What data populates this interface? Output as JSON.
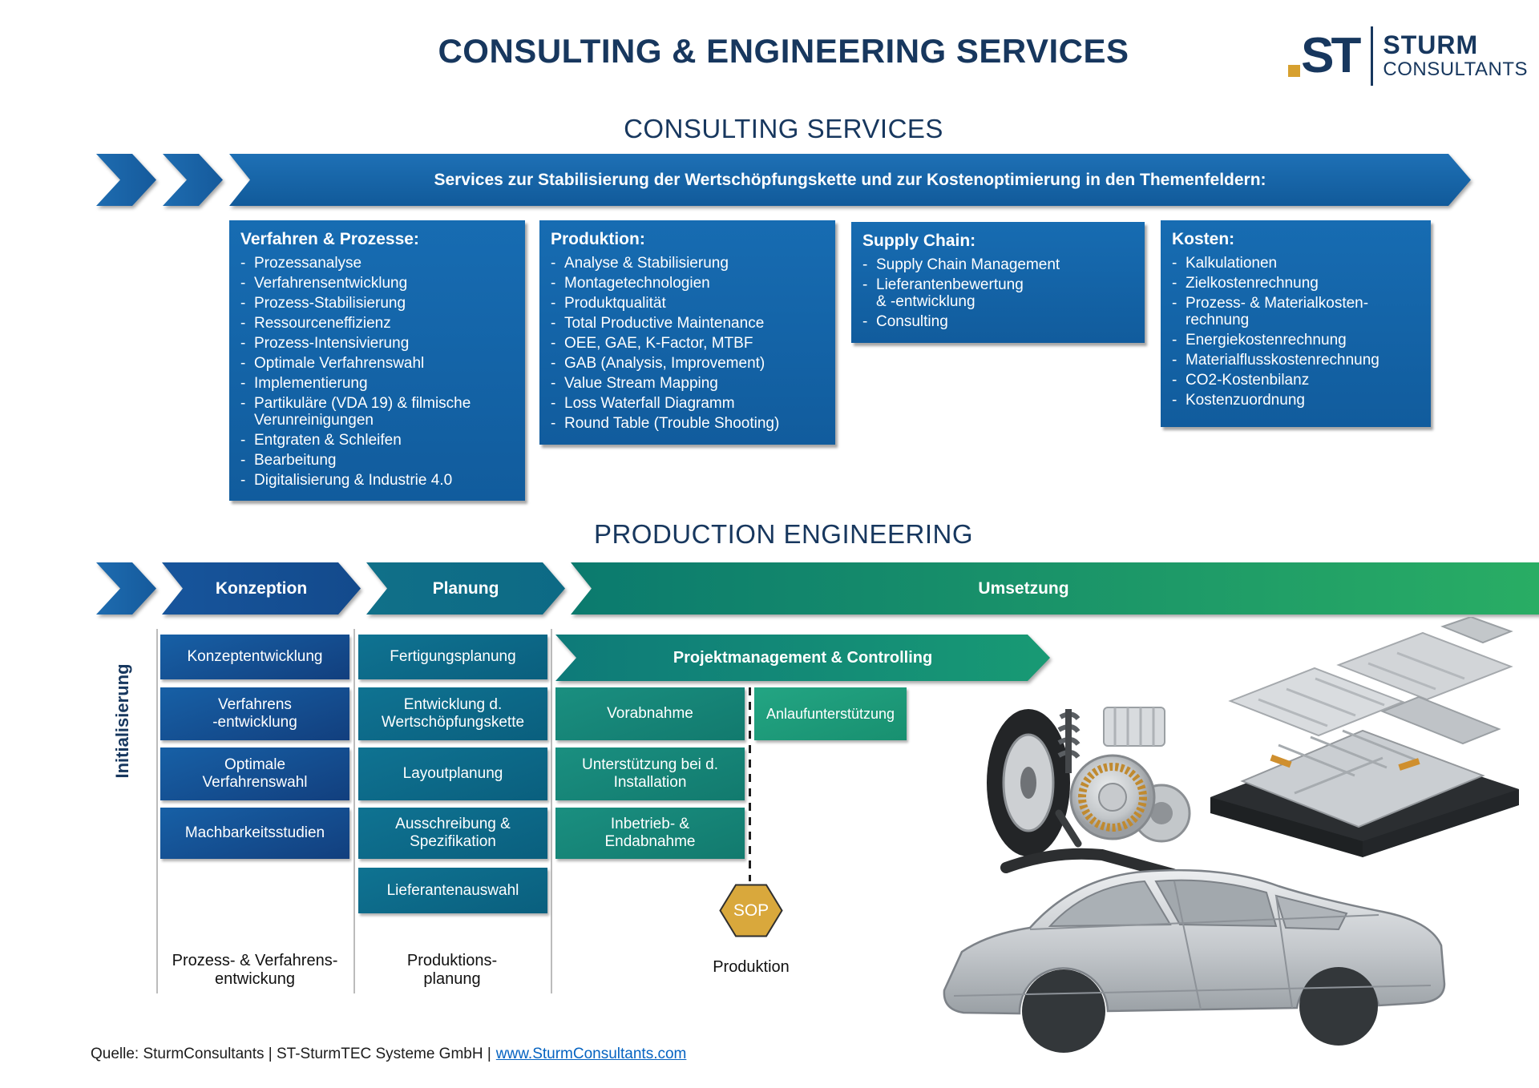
{
  "title": "CONSULTING & ENGINEERING SERVICES",
  "logo": {
    "mark": "ST",
    "name": "STURM",
    "subname": "CONSULTANTS"
  },
  "consulting": {
    "heading": "CONSULTING SERVICES",
    "banner": "Services zur Stabilisierung der Wertschöpfungskette und zur Kostenoptimierung in den Themenfeldern:",
    "boxes": [
      {
        "title": "Verfahren & Prozesse:",
        "items": [
          "Prozessanalyse",
          "Verfahrensentwicklung",
          "Prozess-Stabilisierung",
          "Ressourceneffizienz",
          "Prozess-Intensivierung",
          "Optimale Verfahrenswahl",
          "Implementierung",
          "Partikuläre (VDA 19) & filmische\nVerunreinigungen",
          "Entgraten & Schleifen",
          "Bearbeitung",
          "Digitalisierung & Industrie 4.0"
        ]
      },
      {
        "title": "Produktion:",
        "items": [
          "Analyse & Stabilisierung",
          "Montagetechnologien",
          "Produktqualität",
          "Total Productive Maintenance",
          "OEE, GAE, K-Factor, MTBF",
          "GAB (Analysis, Improvement)",
          "Value Stream Mapping",
          "Loss Waterfall Diagramm",
          "Round Table (Trouble Shooting)"
        ]
      },
      {
        "title": "Supply Chain:",
        "items": [
          "Supply Chain Management",
          "Lieferantenbewertung\n& -entwicklung",
          "Consulting"
        ]
      },
      {
        "title": "Kosten:",
        "items": [
          "Kalkulationen",
          "Zielkostenrechnung",
          "Prozess- & Materialkosten-\nrechnung",
          "Energiekostenrechnung",
          "Materialflusskostenrechnung",
          "CO2-Kostenbilanz",
          "Kostenzuordnung"
        ]
      }
    ]
  },
  "engineering": {
    "heading": "PRODUCTION ENGINEERING",
    "side_label": "Initialisierung",
    "phases": {
      "konzeption": "Konzeption",
      "planung": "Planung",
      "umsetzung": "Umsetzung"
    },
    "konzeption_boxes": [
      "Konzeptentwicklung",
      "Verfahrens\n-entwicklung",
      "Optimale\nVerfahrenswahl",
      "Machbarkeitsstudien"
    ],
    "planung_boxes": [
      "Fertigungsplanung",
      "Entwicklung d.\nWertschöpfungskette",
      "Layoutplanung",
      "Ausschreibung &\nSpezifikation",
      "Lieferantenauswahl"
    ],
    "umsetzung_arrow": "Projektmanagement & Controlling",
    "umsetzung_boxes": [
      "Vorabnahme",
      "Unterstützung bei d.\nInstallation",
      "Inbetrieb- &\nEndabnahme"
    ],
    "anlauf_box": "Anlaufunterstützung",
    "sop": "SOP",
    "bottom_labels": [
      "Prozess- & Verfahrens-\nentwickung",
      "Produktions-\nplanung",
      "Produktion"
    ]
  },
  "footer": {
    "text": "Quelle: SturmConsultants | ST-SturmTEC Systeme GmbH |",
    "link": "www.SturmConsultants.com"
  },
  "colors": {
    "navy": "#17375e",
    "box_blue": "#1565a9",
    "dark_blue": "#14529a",
    "teal": "#0e6b8b",
    "teal_green": "#168678",
    "green": "#2db463",
    "gold": "#d9a83c",
    "logo_gold": "#d7a02f"
  }
}
